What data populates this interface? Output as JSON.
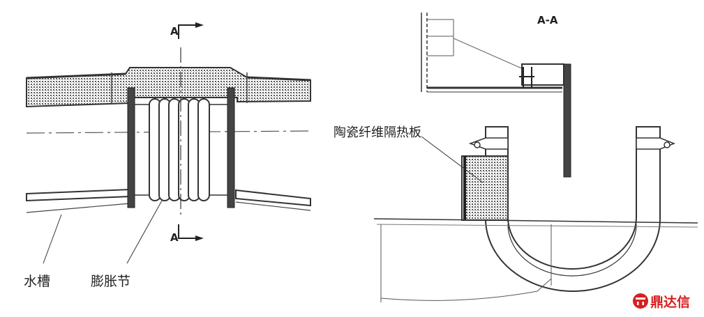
{
  "section_marks": {
    "top": "A",
    "bottom": "A",
    "view_title": "A-A"
  },
  "labels": {
    "water_trough": "水槽",
    "expansion_joint": "膨胀节",
    "insulation_board": "陶瓷纤维隔热板"
  },
  "watermark": {
    "text": "鼎达信",
    "color": "#d62020"
  }
}
